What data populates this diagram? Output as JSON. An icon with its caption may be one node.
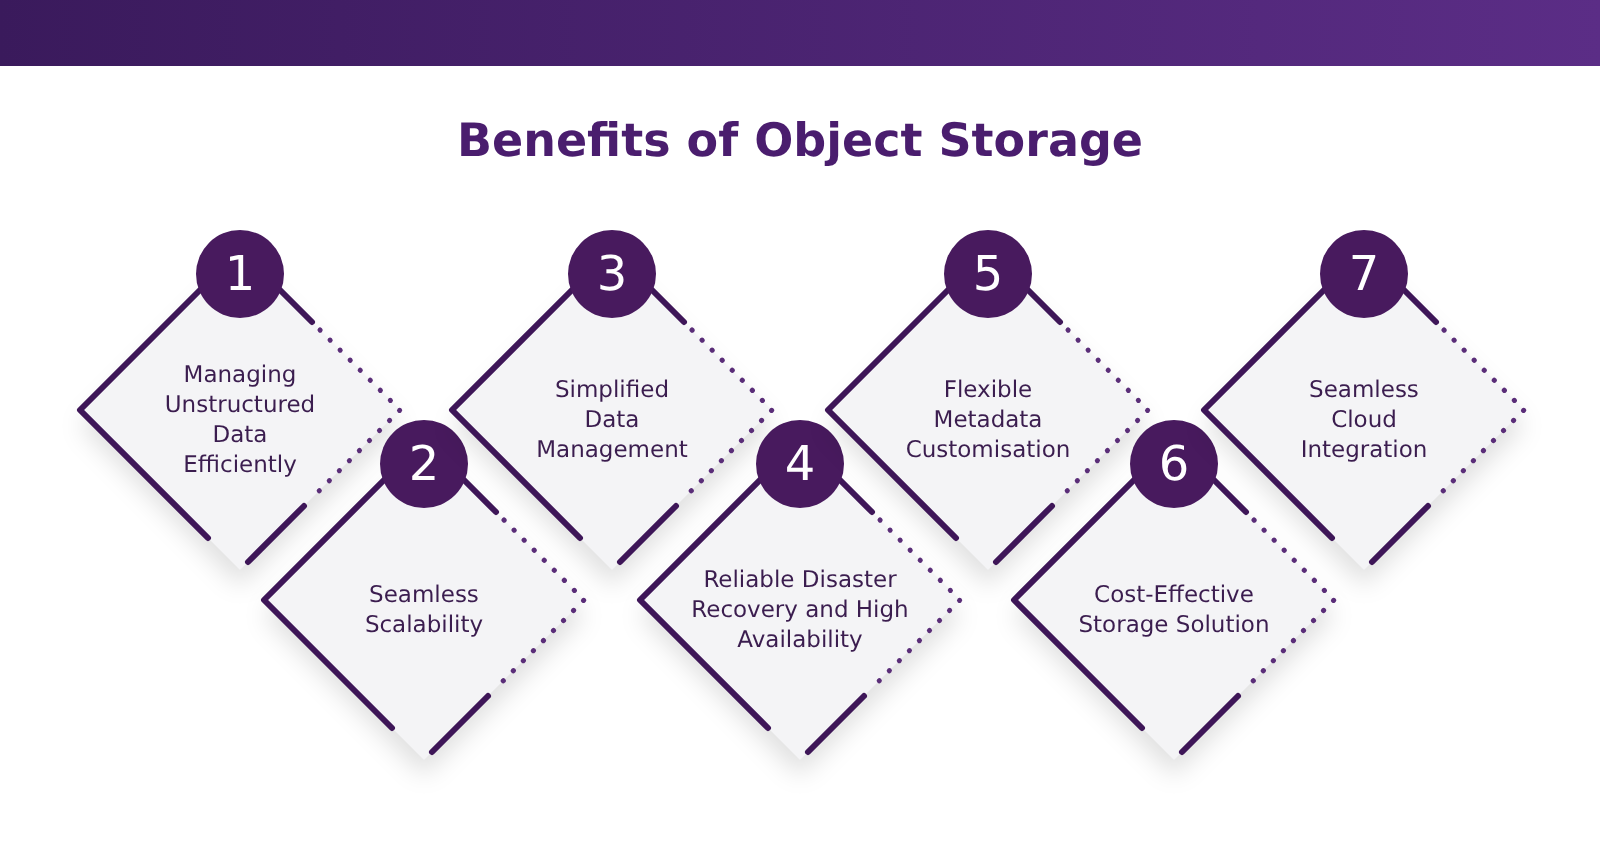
{
  "diagram": {
    "title": "Benefits of Object Storage",
    "nodes": [
      {
        "text": [
          "1",
          "Managing Unstructured Data Efficiently"
        ]
      },
      {
        "text": [
          "2",
          "Seamless Scalability"
        ]
      },
      {
        "text": [
          "3",
          "Simplified Data Management"
        ]
      },
      {
        "text": [
          "4",
          "Reliable Disaster Recovery and High Availability"
        ]
      },
      {
        "text": [
          "5",
          "Flexible Metadata Customisation"
        ]
      },
      {
        "text": [
          "6",
          "Cost-Effective Storage Solution"
        ]
      },
      {
        "text": [
          "7",
          "Seamless Cloud Integration"
        ]
      }
    ]
  }
}
